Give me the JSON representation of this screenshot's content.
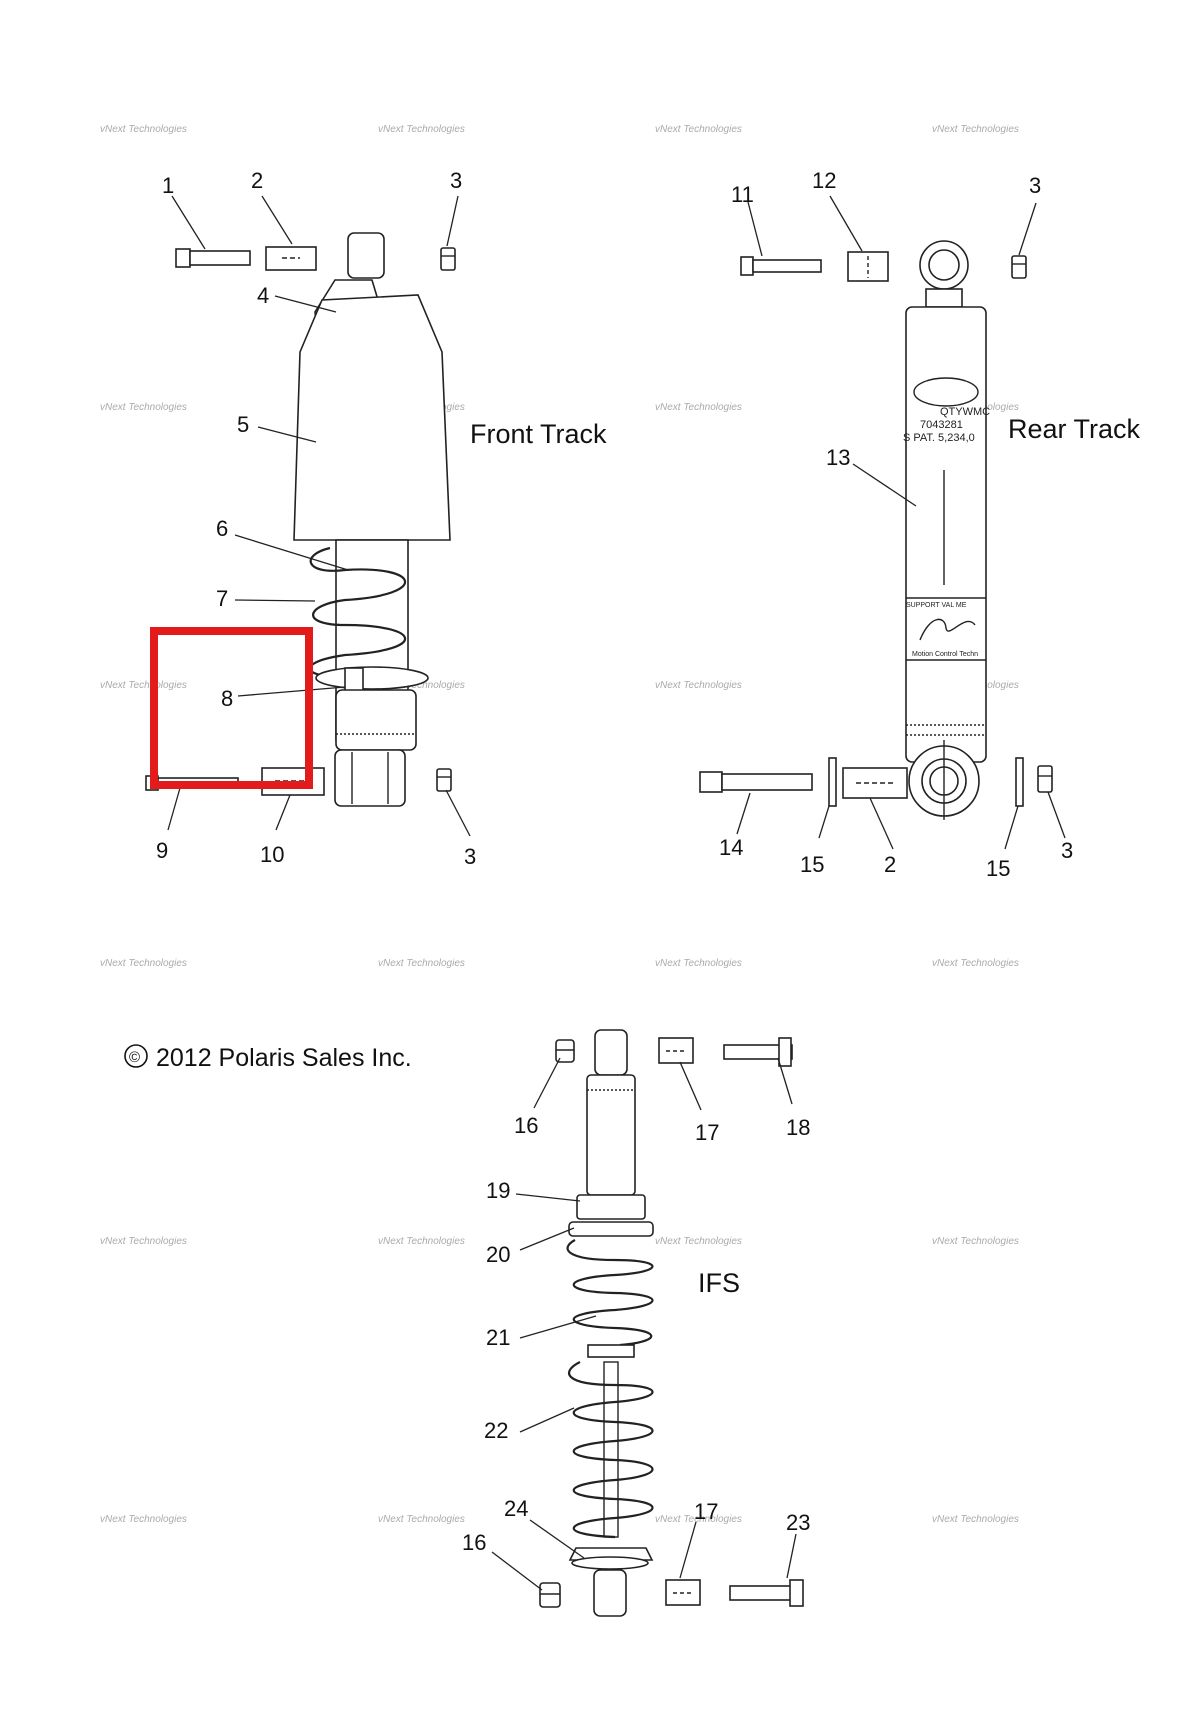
{
  "diagram": {
    "sections": [
      {
        "key": "front",
        "title": "Front Track"
      },
      {
        "key": "rear",
        "title": "Rear Track"
      },
      {
        "key": "ifs",
        "title": "IFS"
      }
    ],
    "copyright": "2012 Polaris Sales Inc.",
    "copyright_symbol": "©",
    "watermark_text": "vNext Technologies",
    "rear_decal": {
      "brand": "QTYWMC",
      "part_no": "7043281",
      "patent": "S PAT. 5,234,0",
      "mid": "SUPPORT VAL ME",
      "bottom": "Motion Control Techn"
    },
    "callouts": {
      "front": [
        "1",
        "2",
        "3",
        "4",
        "5",
        "6",
        "7",
        "8",
        "9",
        "10",
        "3"
      ],
      "rear": [
        "11",
        "12",
        "3",
        "13",
        "14",
        "15",
        "2",
        "15",
        "3"
      ],
      "ifs": [
        "16",
        "17",
        "18",
        "19",
        "20",
        "21",
        "22",
        "24",
        "17",
        "23",
        "16"
      ]
    },
    "highlight": {
      "color": "#e31b1b",
      "label": "8"
    }
  }
}
